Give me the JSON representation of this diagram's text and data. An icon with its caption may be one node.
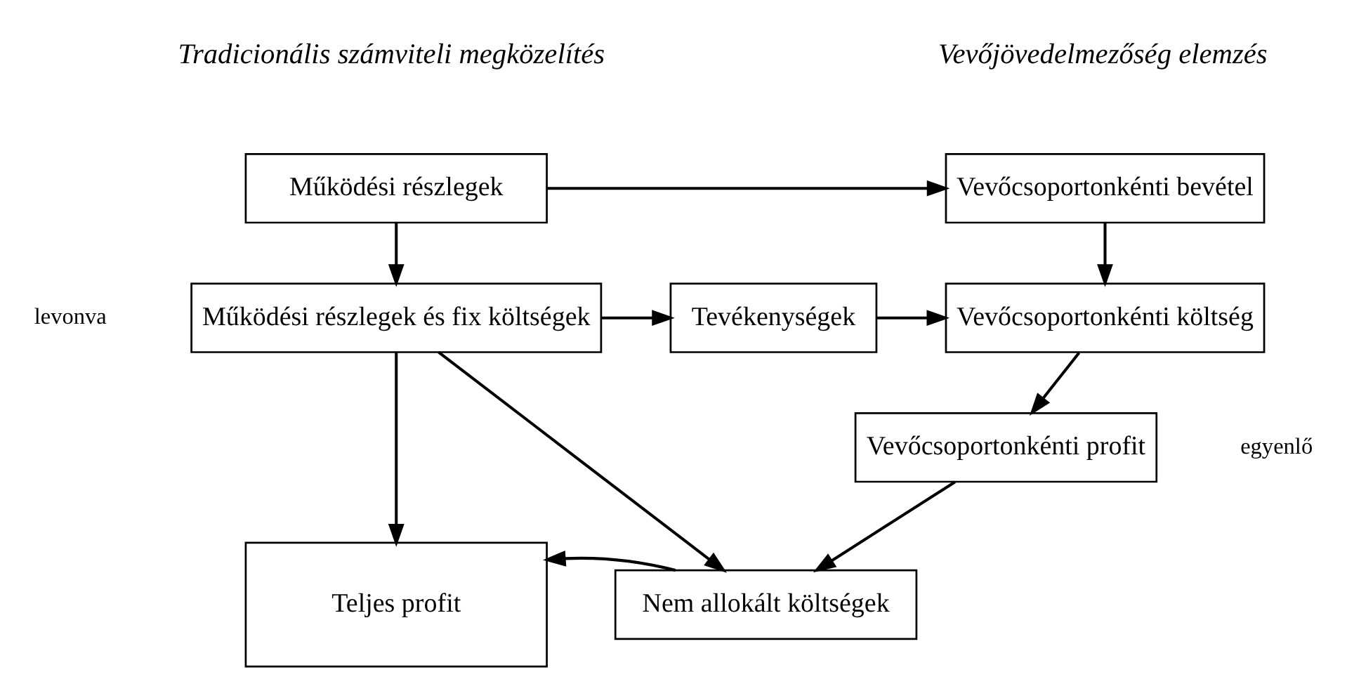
{
  "diagram": {
    "nodes": [
      {
        "text": [
          "Működési részlegek"
        ]
      },
      {
        "text": [
          "Vevőcsoportonkénti bevétel"
        ]
      },
      {
        "text": [
          "Működési részlegek és fix költségek"
        ]
      },
      {
        "text": [
          "Tevékenységek"
        ]
      },
      {
        "text": [
          "Vevőcsoportonkénti költség"
        ]
      },
      {
        "text": [
          "Vevőcsoportonkénti profit"
        ]
      },
      {
        "text": [
          "Teljes profit"
        ]
      },
      {
        "text": [
          "Nem allokált költségek"
        ]
      }
    ],
    "edges": [
      {
        "from": 0,
        "to": 1,
        "arrow": "to"
      },
      {
        "from": 0,
        "to": 2,
        "arrow": "to"
      },
      {
        "from": 1,
        "to": 4,
        "arrow": "to"
      },
      {
        "from": 2,
        "to": 3,
        "arrow": "to"
      },
      {
        "from": 3,
        "to": 4,
        "arrow": "to"
      },
      {
        "from": 4,
        "to": 5,
        "arrow": "to"
      },
      {
        "from": 2,
        "to": 6,
        "arrow": "to"
      },
      {
        "from": 2,
        "to": 7,
        "arrow": "to"
      },
      {
        "from": 5,
        "to": 7,
        "arrow": "to"
      },
      {
        "from": 7,
        "to": 6,
        "arrow": "to"
      }
    ],
    "labels": [
      "Tradicionális számviteli megközelítés",
      "Vevőjövedelmezőség elemzés",
      "levonva",
      "egyenlő"
    ]
  }
}
